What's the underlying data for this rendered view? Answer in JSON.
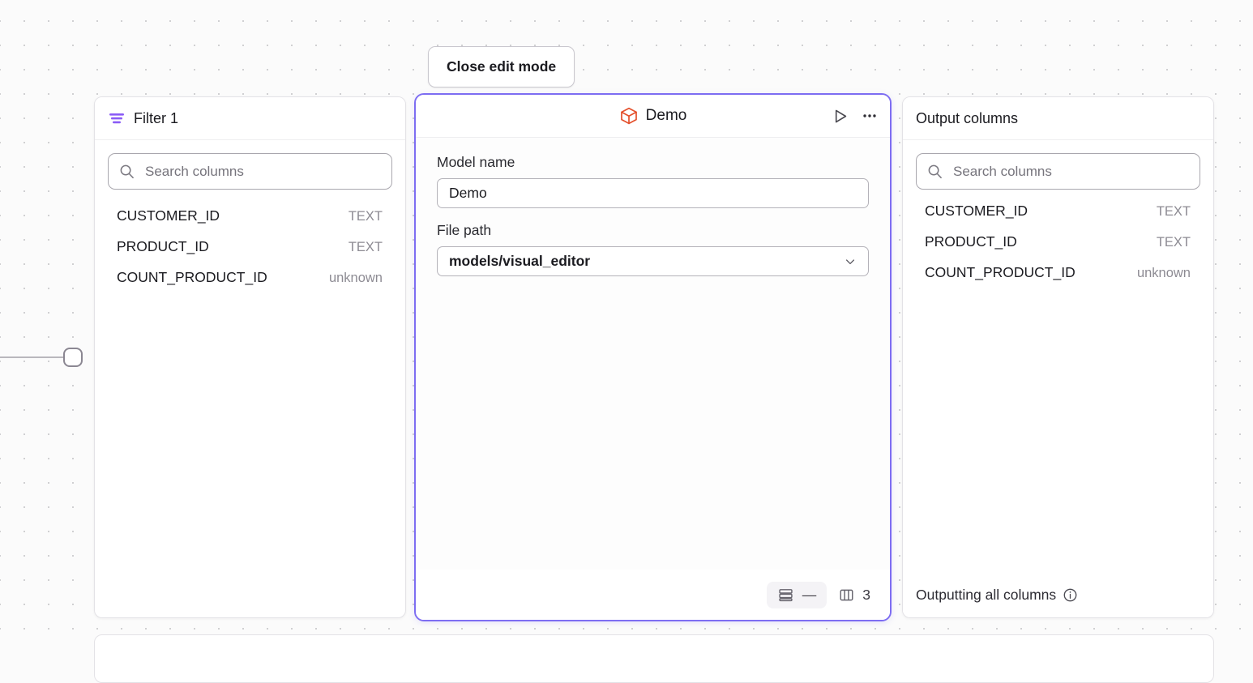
{
  "toolbar": {
    "close_edit_mode_label": "Close edit mode"
  },
  "canvas": {
    "edge": {
      "handle_icon": "connector-handle"
    }
  },
  "filter_panel": {
    "title": "Filter 1",
    "icon": "filter-icon",
    "icon_color": "#8b5cf6",
    "search": {
      "placeholder": "Search columns",
      "value": "",
      "icon": "search-icon"
    },
    "columns": [
      {
        "name": "CUSTOMER_ID",
        "type": "TEXT"
      },
      {
        "name": "PRODUCT_ID",
        "type": "TEXT"
      },
      {
        "name": "COUNT_PRODUCT_ID",
        "type": "unknown"
      }
    ]
  },
  "model_panel": {
    "title": "Demo",
    "icon": "cube-icon",
    "icon_color": "#e4502c",
    "border_color": "#7d6df2",
    "actions": {
      "run_icon": "play-icon",
      "more_icon": "ellipsis-icon"
    },
    "fields": {
      "model_name_label": "Model name",
      "model_name_value": "Demo",
      "file_path_label": "File path",
      "file_path_value": "models/visual_editor",
      "file_path_chevron": "chevron-down-icon"
    },
    "footer": {
      "rows_icon": "rows-icon",
      "rows_value": "—",
      "columns_icon": "columns-icon",
      "columns_value": "3"
    }
  },
  "output_panel": {
    "title": "Output columns",
    "search": {
      "placeholder": "Search columns",
      "value": "",
      "icon": "search-icon"
    },
    "columns": [
      {
        "name": "CUSTOMER_ID",
        "type": "TEXT"
      },
      {
        "name": "PRODUCT_ID",
        "type": "TEXT"
      },
      {
        "name": "COUNT_PRODUCT_ID",
        "type": "unknown"
      }
    ],
    "footer": {
      "text": "Outputting all columns",
      "info_icon": "info-icon"
    }
  }
}
